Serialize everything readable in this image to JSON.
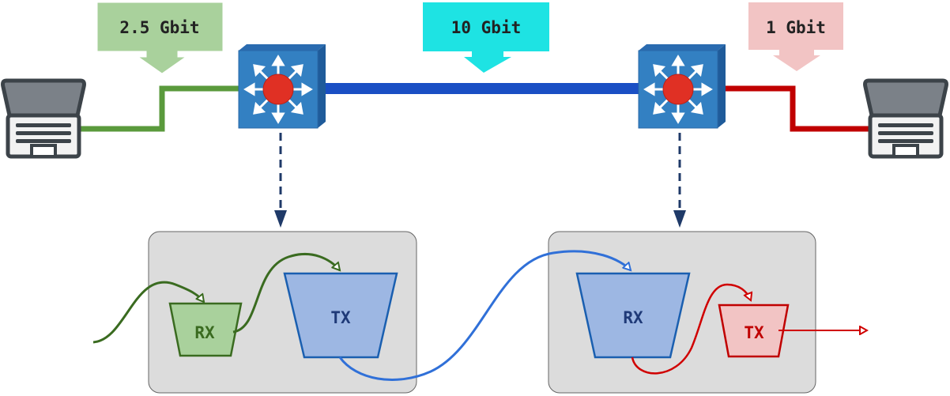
{
  "callouts": {
    "left": {
      "label": "2.5 Gbit",
      "color": "#a9d19c"
    },
    "middle": {
      "label": "10 Gbit",
      "color": "#1ee3e3"
    },
    "right": {
      "label": "1 Gbit",
      "color": "#f2c4c4"
    }
  },
  "links": {
    "left": "#5a9a3c",
    "middle": "#1a4fc4",
    "right": "#c00000"
  },
  "devices": {
    "left": "laptop-icon",
    "switch": "switch-icon",
    "right": "laptop-icon"
  },
  "queues": {
    "left_rx": {
      "label": "RX",
      "color": "#a9d19c",
      "text_color": "#3a6b20"
    },
    "left_tx": {
      "label": "TX",
      "color": "#9db7e3",
      "text_color": "#1f3a78"
    },
    "right_rx": {
      "label": "RX",
      "color": "#9db7e3",
      "text_color": "#1f3a78"
    },
    "right_tx": {
      "label": "TX",
      "color": "#f2c4c4",
      "text_color": "#c00000"
    }
  }
}
